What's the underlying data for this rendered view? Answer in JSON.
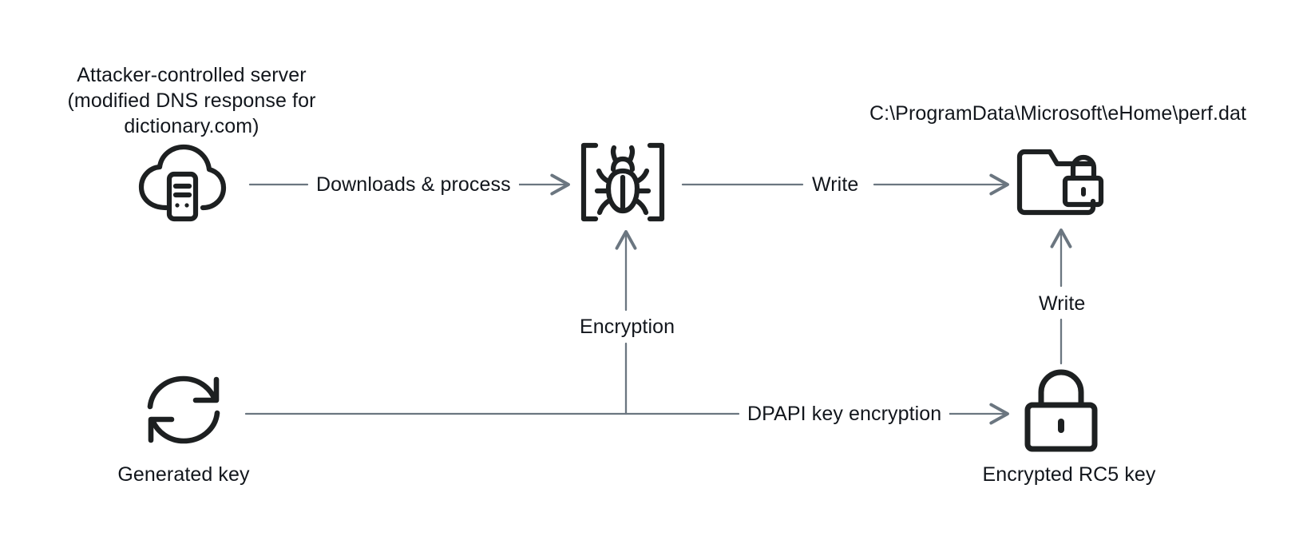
{
  "diagram": {
    "title": "Attacker-controlled server malware encryption flow",
    "background": "#ffffff",
    "text_color": "#12161c",
    "icon_color": "#1d2021",
    "edge_color": "#6b7680",
    "nodes": [
      {
        "id": "attacker-server",
        "icon": "cloud-server-icon",
        "label": "Attacker-controlled server\n(modified DNS response for\ndictionary.com)",
        "label_position": "above"
      },
      {
        "id": "malware",
        "icon": "bug-in-brackets-icon",
        "label": "",
        "label_position": "none"
      },
      {
        "id": "perf-dat-file",
        "icon": "folder-lock-icon",
        "label": "C:\\ProgramData\\Microsoft\\eHome\\perf.dat",
        "label_position": "above"
      },
      {
        "id": "generated-key",
        "icon": "refresh-cycle-icon",
        "label": "Generated key",
        "label_position": "below"
      },
      {
        "id": "encrypted-rc5-key",
        "icon": "padlock-icon",
        "label": "Encrypted RC5 key",
        "label_position": "below"
      }
    ],
    "edges": [
      {
        "id": "edge-downloads",
        "from": "attacker-server",
        "to": "malware",
        "label": "Downloads & process",
        "direction": "right"
      },
      {
        "id": "edge-write-file",
        "from": "malware",
        "to": "perf-dat-file",
        "label": "Write",
        "direction": "right"
      },
      {
        "id": "edge-encryption",
        "from": "generated-key",
        "to": "malware",
        "label": "Encryption",
        "direction": "up"
      },
      {
        "id": "edge-dpapi",
        "from": "generated-key",
        "to": "encrypted-rc5-key",
        "label": "DPAPI key encryption",
        "direction": "right"
      },
      {
        "id": "edge-write-key",
        "from": "encrypted-rc5-key",
        "to": "perf-dat-file",
        "label": "Write",
        "direction": "up"
      }
    ]
  },
  "labels": {
    "attacker_server_line1": "Attacker-controlled server",
    "attacker_server_line2": "(modified DNS response for",
    "attacker_server_line3": "dictionary.com)",
    "file_path": "C:\\ProgramData\\Microsoft\\eHome\\perf.dat",
    "generated_key": "Generated key",
    "encrypted_rc5_key": "Encrypted RC5 key",
    "edge_downloads": "Downloads & process",
    "edge_write_top": "Write",
    "edge_write_right": "Write",
    "edge_encryption": "Encryption",
    "edge_dpapi": "DPAPI key encryption"
  }
}
